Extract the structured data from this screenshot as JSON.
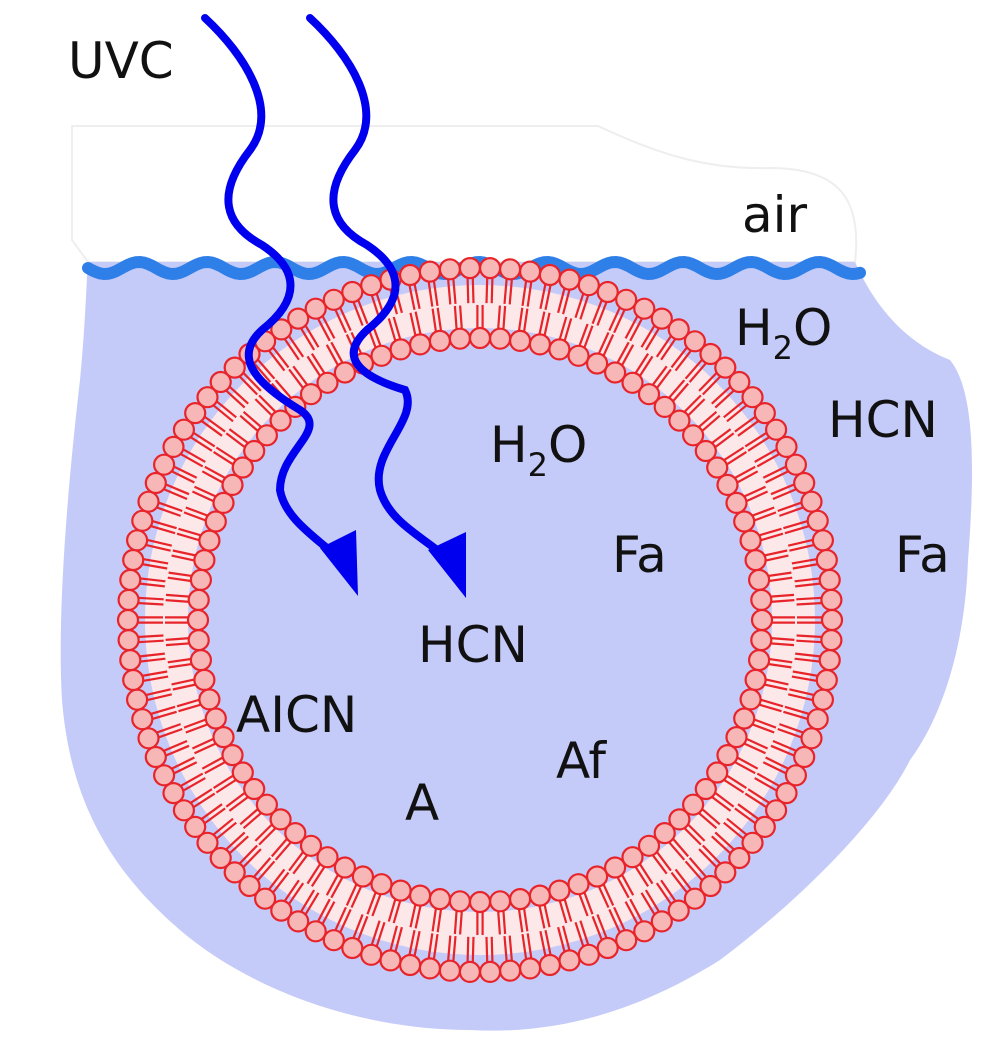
{
  "labels": {
    "uvc": "UVC",
    "air": "air",
    "water_outside": {
      "base": "H",
      "sub": "2",
      "tail": "O"
    },
    "hcn_outside": "HCN",
    "fa_outside": "Fa",
    "water_inside": {
      "base": "H",
      "sub": "2",
      "tail": "O"
    },
    "fa_inside": "Fa",
    "hcn_inside": "HCN",
    "aicn": "AICN",
    "af": "Af",
    "a": "A"
  },
  "colors": {
    "water": "#c5cbf8",
    "water_surface": "#2f7fe8",
    "uv_ray": "#0000ee",
    "lipid_stroke": "#e8242b",
    "lipid_head_fill": "#f7b7b7",
    "membrane_band": "#fce8e8"
  }
}
